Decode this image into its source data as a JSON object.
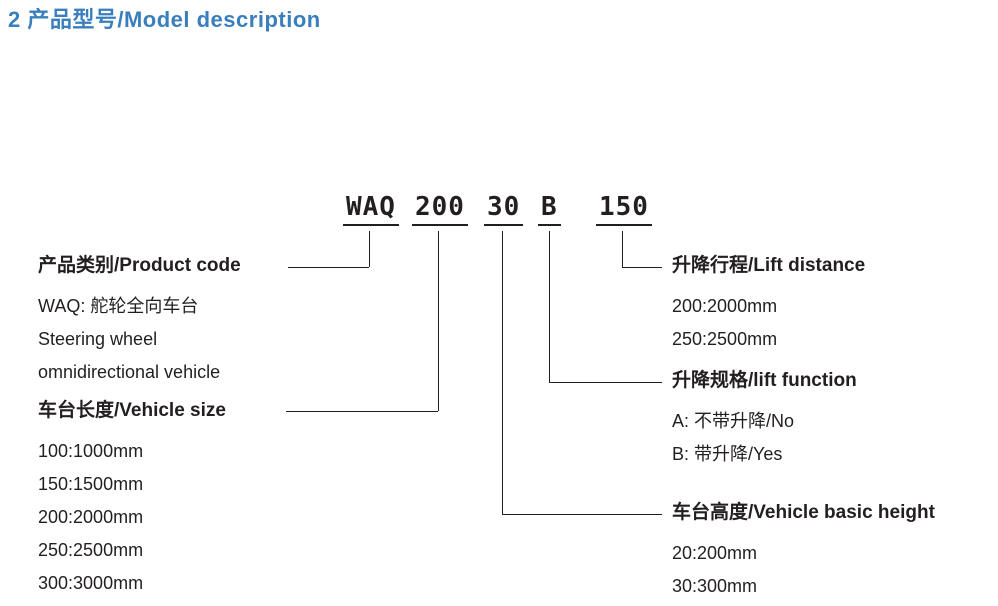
{
  "title": "2 产品型号/Model description",
  "model_code": {
    "segments": [
      "WAQ",
      "200",
      "30",
      "B",
      "150"
    ]
  },
  "groups": {
    "product_code": {
      "heading": "产品类别/Product code",
      "lines": [
        "WAQ: 舵轮全向车台",
        "Steering wheel",
        "omnidirectional vehicle"
      ]
    },
    "vehicle_size": {
      "heading": "车台长度/Vehicle size",
      "lines": [
        "100:1000mm",
        "150:1500mm",
        "200:2000mm",
        "250:2500mm",
        "300:3000mm"
      ]
    },
    "lift_distance": {
      "heading": "升降行程/Lift distance",
      "lines": [
        "200:2000mm",
        "250:2500mm"
      ]
    },
    "lift_function": {
      "heading": "升降规格/lift function",
      "lines": [
        "A: 不带升降/No",
        "B: 带升降/Yes"
      ]
    },
    "vehicle_height": {
      "heading": "车台高度/Vehicle basic height",
      "lines": [
        "20:200mm",
        "30:300mm"
      ]
    }
  },
  "colors": {
    "title": "#3a7fbd",
    "text": "#231f20",
    "line": "#231f20"
  }
}
